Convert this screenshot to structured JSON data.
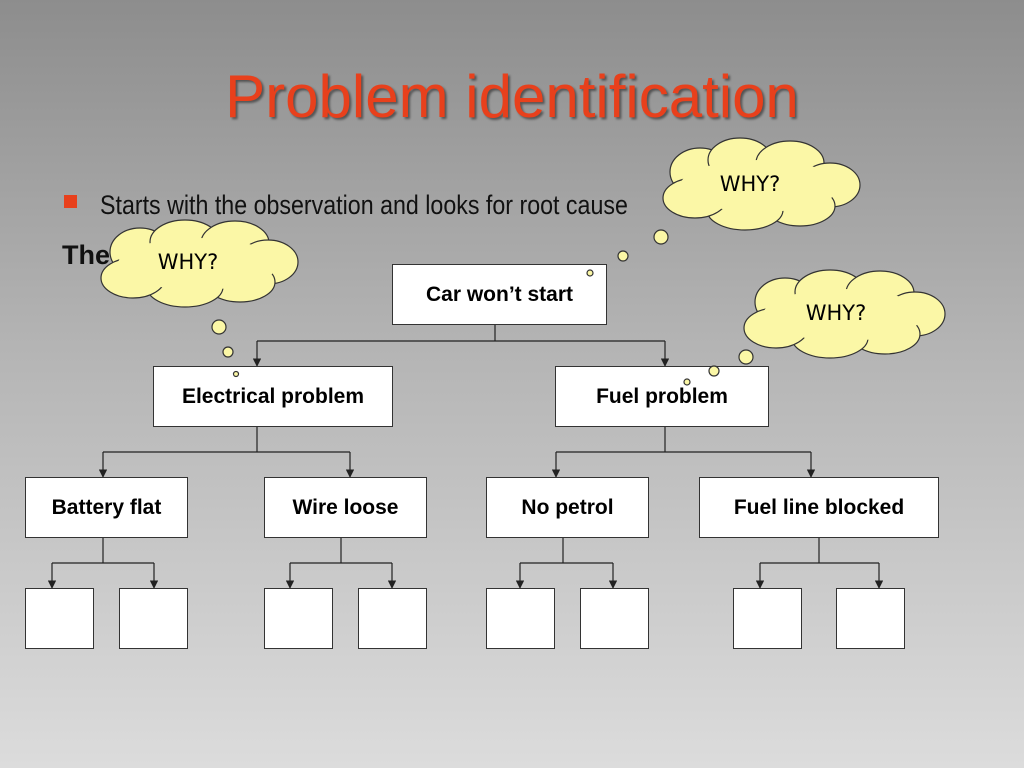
{
  "slide": {
    "title": "Problem identification",
    "bullet": "Starts with the observation and looks for root cause",
    "subtext": "The"
  },
  "colors": {
    "title": "#e8401c",
    "bullet": "#e8401c",
    "cloud_fill": "#fbf7a6",
    "cloud_stroke": "#333333"
  },
  "tree": {
    "root": "Car won’t start",
    "level1": [
      "Electrical problem",
      "Fuel problem"
    ],
    "level2": [
      "Battery flat",
      "Wire loose",
      "No petrol",
      "Fuel line blocked"
    ]
  },
  "clouds": [
    "WHY?",
    "WHY?",
    "WHY?"
  ]
}
